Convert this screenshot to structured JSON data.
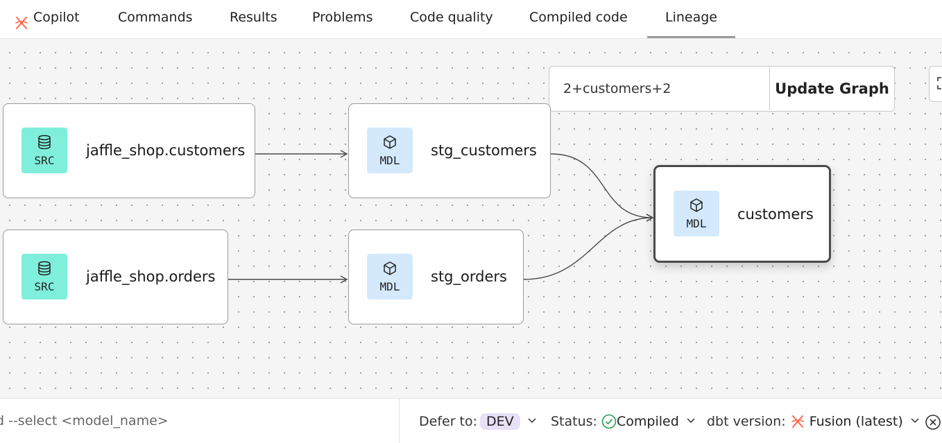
{
  "tabs": [
    {
      "label": "Copilot",
      "active": false,
      "icon": "dbt-fusion-icon"
    },
    {
      "label": "Commands",
      "active": false
    },
    {
      "label": "Results",
      "active": false
    },
    {
      "label": "Problems",
      "active": false
    },
    {
      "label": "Code quality",
      "active": false
    },
    {
      "label": "Compiled code",
      "active": false
    },
    {
      "label": "Lineage",
      "active": true
    }
  ],
  "graph": {
    "selector_value": "2+customers+2",
    "update_label": "Update Graph",
    "fullscreen_icon": "expand-icon"
  },
  "nodes": [
    {
      "id": "src_customers",
      "kind": "SRC",
      "icon": "database-icon",
      "label": "jaffle_shop.customers"
    },
    {
      "id": "src_orders",
      "kind": "SRC",
      "icon": "database-icon",
      "label": "jaffle_shop.orders"
    },
    {
      "id": "stg_customers",
      "kind": "MDL",
      "icon": "cube-icon",
      "label": "stg_customers"
    },
    {
      "id": "stg_orders",
      "kind": "MDL",
      "icon": "cube-icon",
      "label": "stg_orders"
    },
    {
      "id": "customers",
      "kind": "MDL",
      "icon": "cube-icon",
      "label": "customers",
      "selected": true
    }
  ],
  "edges": [
    [
      "src_customers",
      "stg_customers"
    ],
    [
      "src_orders",
      "stg_orders"
    ],
    [
      "stg_customers",
      "customers"
    ],
    [
      "stg_orders",
      "customers"
    ]
  ],
  "bottom": {
    "command_placeholder": "d --select <model_name>",
    "defer_label": "Defer to:",
    "defer_value": "DEV",
    "status_label": "Status:",
    "status_value": "Compiled",
    "version_label": "dbt version:",
    "version_value": "Fusion (latest)"
  },
  "colors": {
    "src_badge": "#7fefdc",
    "mdl_badge": "#d4eafc",
    "defer_pill": "#e6e1f7",
    "status_ok": "#1f9d55",
    "fusion_orange": "#ff694b"
  }
}
